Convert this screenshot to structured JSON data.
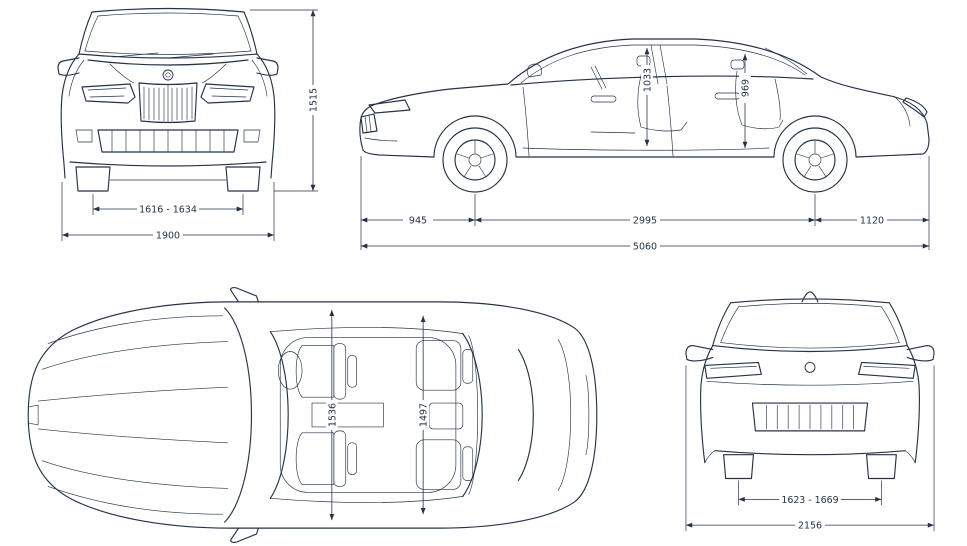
{
  "page": {
    "background": "#ffffff",
    "line_color": "#263248"
  },
  "views": {
    "front": {
      "dims": {
        "overall_height": "1515",
        "front_track": "1616 - 1634",
        "overall_width": "1900"
      }
    },
    "side": {
      "dims": {
        "front_interior_height": "1033",
        "rear_interior_height": "969",
        "front_overhang": "945",
        "wheelbase": "2995",
        "rear_overhang": "1120",
        "overall_length": "5060"
      }
    },
    "top": {
      "dims": {
        "front_shoulder_width": "1536",
        "rear_shoulder_width": "1497"
      }
    },
    "rear": {
      "dims": {
        "rear_track": "1623 - 1669",
        "width_incl_mirrors": "2156"
      }
    }
  }
}
